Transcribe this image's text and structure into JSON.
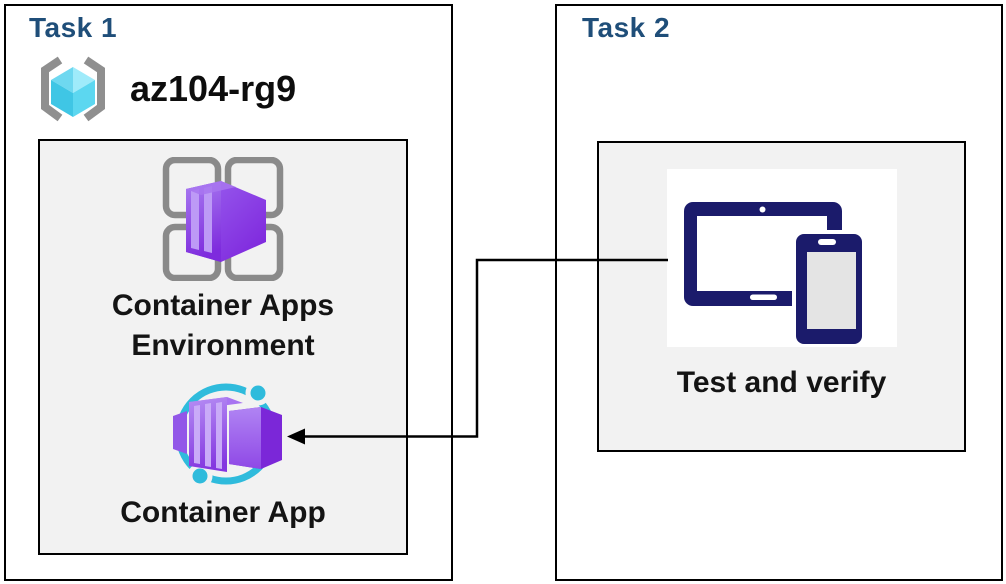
{
  "task1": {
    "title": "Task 1",
    "resource_group": {
      "name": "az104-rg9",
      "icon": "resource-group-icon"
    },
    "environment": {
      "label": "Container Apps Environment",
      "label_line1": "Container Apps",
      "label_line2": "Environment",
      "icon": "container-apps-environment-icon"
    },
    "app": {
      "label": "Container App",
      "icon": "container-app-icon"
    }
  },
  "task2": {
    "title": "Task 2",
    "verify": {
      "label": "Test and verify",
      "icon": "tablet-phone-icon"
    }
  },
  "connector": {
    "type": "elbow-arrow",
    "from": "task2-test-and-verify",
    "to": "task1-container-app"
  },
  "colors": {
    "task_title_blue": "#1F4E79",
    "caption_text": "#141414",
    "panel_border": "#000000",
    "inner_box_fill": "#F2F2F2",
    "azure_cyan": "#2FBBDC",
    "container_purple_light": "#BA93F5",
    "container_purple_dark": "#7C22DB",
    "device_navy": "#1B1B6B",
    "bracket_gray": "#8F8F8F",
    "connector_line": "#000000"
  }
}
